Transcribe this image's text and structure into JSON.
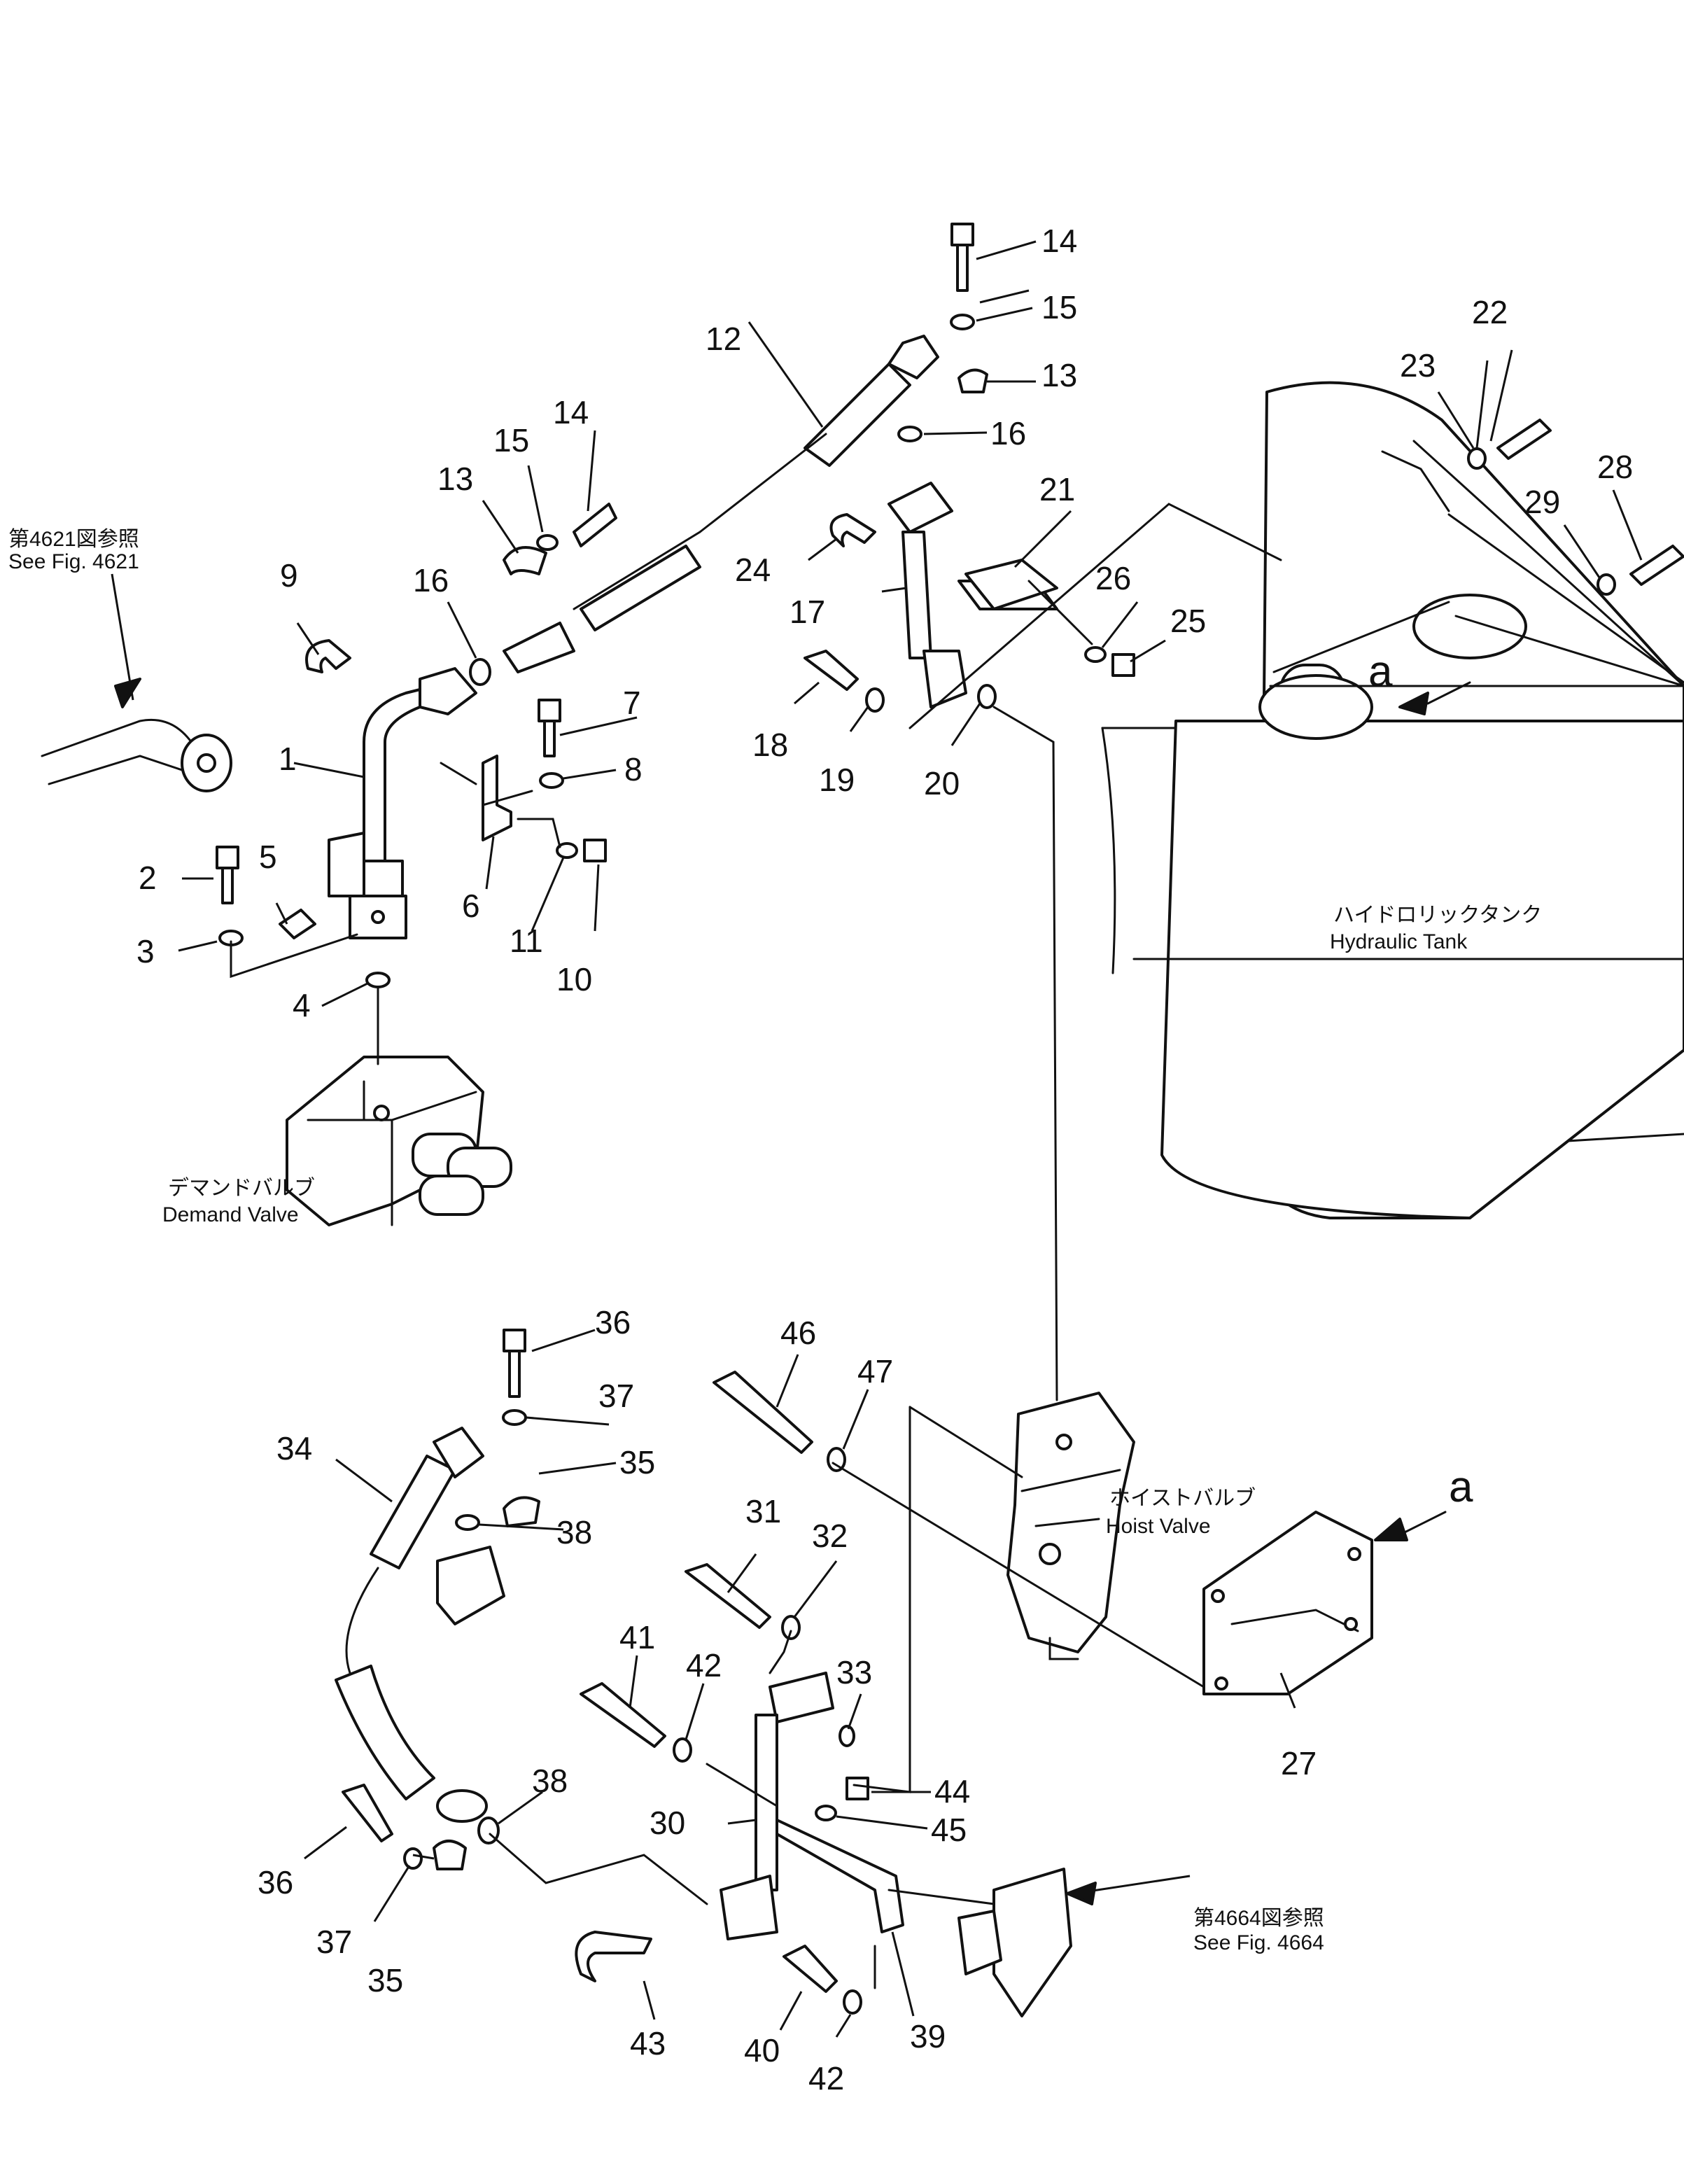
{
  "callouts": {
    "c1": "1",
    "c2": "2",
    "c3": "3",
    "c4": "4",
    "c5": "5",
    "c6": "6",
    "c7": "7",
    "c8": "8",
    "c9": "9",
    "c10": "10",
    "c11": "11",
    "c12": "12",
    "c13a": "13",
    "c13b": "13",
    "c14a": "14",
    "c14b": "14",
    "c15a": "15",
    "c15b": "15",
    "c16a": "16",
    "c16b": "16",
    "c17": "17",
    "c18": "18",
    "c19": "19",
    "c20": "20",
    "c21": "21",
    "c22": "22",
    "c23": "23",
    "c24": "24",
    "c25": "25",
    "c26": "26",
    "c27": "27",
    "c28": "28",
    "c29": "29",
    "c30": "30",
    "c31": "31",
    "c32": "32",
    "c33": "33",
    "c34": "34",
    "c35a": "35",
    "c35b": "35",
    "c36a": "36",
    "c36b": "36",
    "c37a": "37",
    "c37b": "37",
    "c38a": "38",
    "c38b": "38",
    "c39": "39",
    "c40": "40",
    "c41": "41",
    "c42a": "42",
    "c42b": "42",
    "c43": "43",
    "c44": "44",
    "c45": "45",
    "c46": "46",
    "c47": "47"
  },
  "labels": {
    "see4621_jp": "第4621図参照",
    "see4621_en": "See  Fig.  4621",
    "see4664_jp": "第4664図参照",
    "see4664_en": "See  Fig.  4664",
    "hydraulic_tank_jp": "ハイドロリックタンク",
    "hydraulic_tank_en": "Hydraulic  Tank",
    "demand_valve_jp": "デマンドバルブ",
    "demand_valve_en": "Demand  Valve",
    "hoist_valve_jp": "ホイストバルブ",
    "hoist_valve_en": "Hoist  Valve",
    "view_a_top": "a",
    "view_a_bottom": "a"
  }
}
